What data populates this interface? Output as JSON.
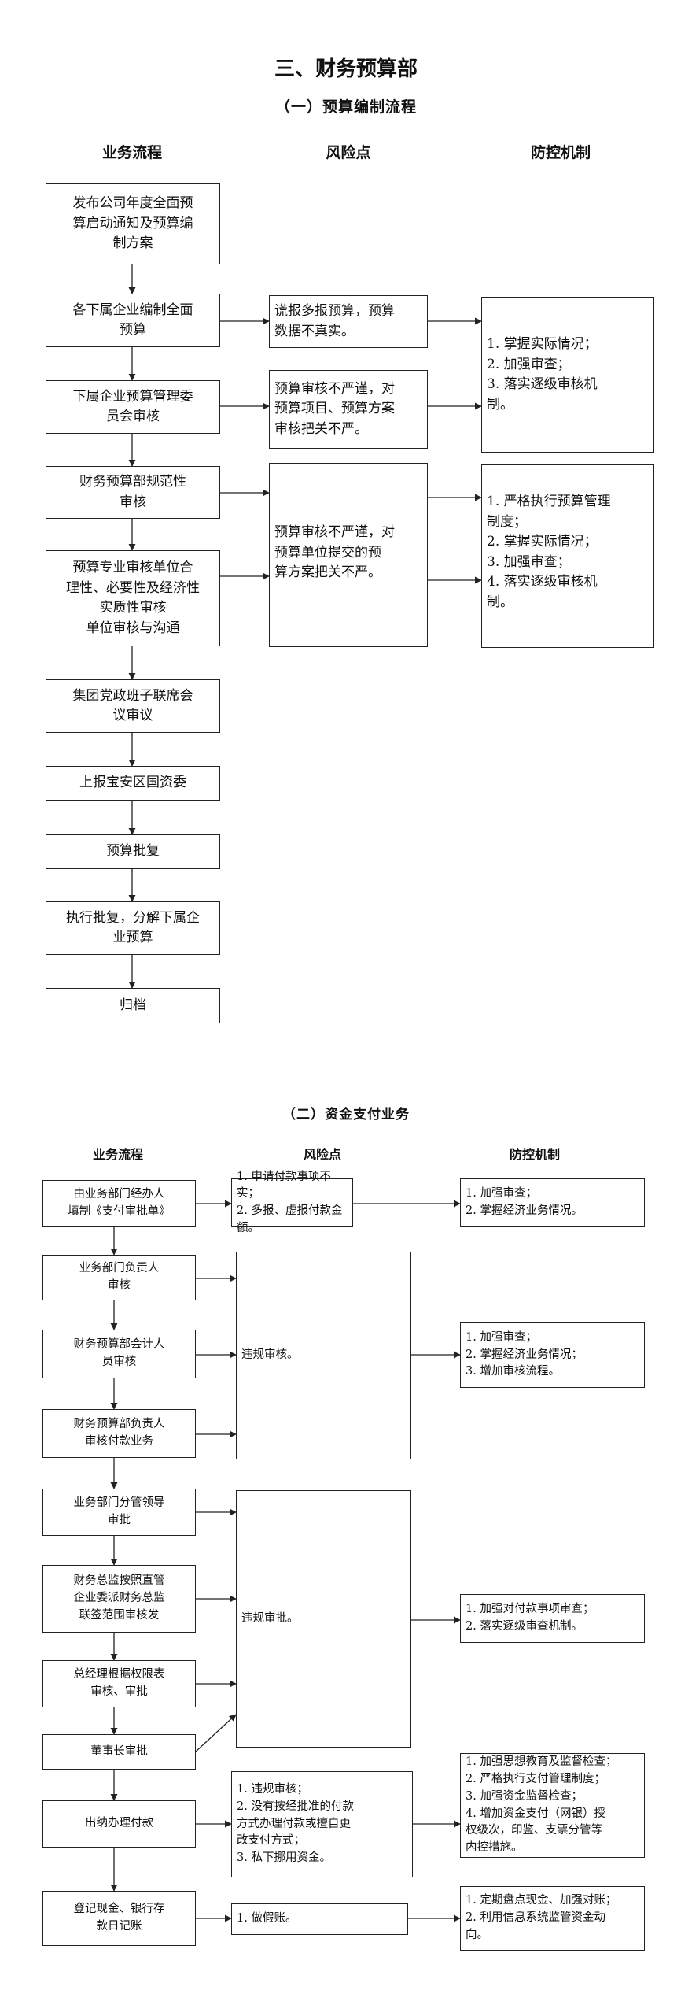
{
  "section1": {
    "title": "三、财务预算部",
    "subtitle": "（一）预算编制流程",
    "headers": {
      "process": "业务流程",
      "risk": "风险点",
      "control": "防控机制"
    },
    "process": [
      "发布公司年度全面预\n算启动通知及预算编\n制方案",
      "各下属企业编制全面\n预算",
      "下属企业预算管理委\n员会审核",
      "财务预算部规范性\n审核",
      "预算专业审核单位合\n理性、必要性及经济性\n实质性审核\n单位审核与沟通",
      "集团党政班子联席会\n议审议",
      "上报宝安区国资委",
      "预算批复",
      "执行批复，分解下属企\n业预算",
      "归档"
    ],
    "risks": [
      "谎报多报预算，预算\n数据不真实。",
      "预算审核不严谨，对\n预算项目、预算方案\n审核把关不严。",
      "预算审核不严谨，对\n预算单位提交的预\n算方案把关不严。"
    ],
    "controls": [
      "1. 掌握实际情况；\n2. 加强审查；\n3. 落实逐级审核机\n制。",
      "1. 严格执行预算管理\n制度；\n2. 掌握实际情况；\n3. 加强审查；\n4. 落实逐级审核机\n制。"
    ]
  },
  "section2": {
    "subtitle": "（二）资金支付业务",
    "headers": {
      "process": "业务流程",
      "risk": "风险点",
      "control": "防控机制"
    },
    "process": [
      "由业务部门经办人\n填制《支付审批单》",
      "业务部门负责人\n审核",
      "财务预算部会计人\n员审核",
      "财务预算部负责人\n审核付款业务",
      "业务部门分管领导\n审批",
      "财务总监按照直管\n企业委派财务总监\n联签范围审核发",
      "总经理根据权限表\n审核、审批",
      "董事长审批",
      "出纳办理付款",
      "登记现金、银行存\n款日记账"
    ],
    "risks": [
      "1. 申请付款事项不实；\n2. 多报、虚报付款金额。",
      "违规审核。",
      "违规审批。",
      "1. 违规审核；\n2. 没有按经批准的付款\n方式办理付款或擅自更\n改支付方式；\n3. 私下挪用资金。",
      "1. 做假账。"
    ],
    "controls": [
      "1. 加强审查；\n2. 掌握经济业务情况。",
      "1. 加强审查；\n2. 掌握经济业务情况；\n3. 增加审核流程。",
      "1. 加强对付款事项审查；\n2. 落实逐级审查机制。",
      "1. 加强思想教育及监督检查；\n2. 严格执行支付管理制度；\n3. 加强资金监督检查；\n4. 增加资金支付（网银）授\n权级次，印鉴、支票分管等\n内控措施。",
      "1. 定期盘点现金、加强对账；\n2. 利用信息系统监管资金动\n向。"
    ]
  }
}
